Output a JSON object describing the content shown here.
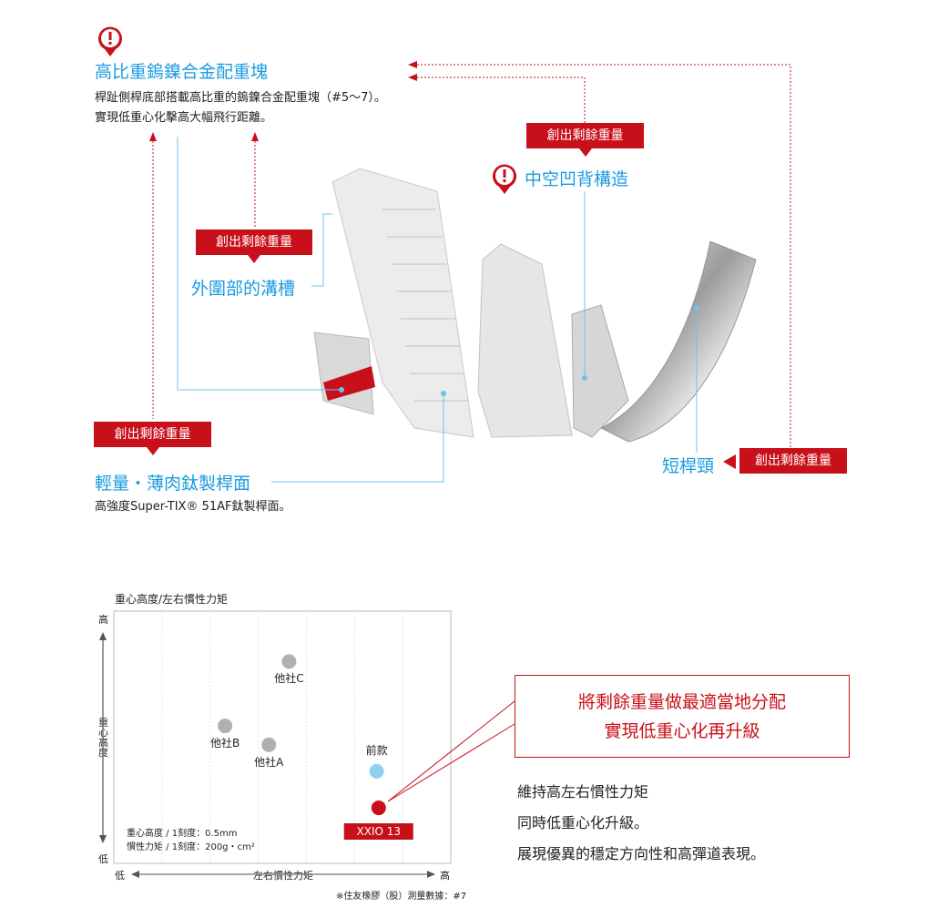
{
  "features": {
    "tungsten": {
      "title": "高比重鎢鎳合金配重塊",
      "desc": [
        "桿趾側桿底部搭載高比重的鎢鎳合金配重塊（#5～7）。",
        "實現低重心化擊高大幅飛行距離。"
      ]
    },
    "groove": {
      "tag": "創出剩餘重量",
      "title": "外圍部的溝槽"
    },
    "hollow": {
      "tag": "創出剩餘重量",
      "title": "中空凹背構造"
    },
    "face": {
      "tag": "創出剩餘重量",
      "title": "輕量・薄肉鈦製桿面",
      "desc": "高強度Super-TIX® 51AF鈦製桿面。"
    },
    "hosel": {
      "title": "短桿頸",
      "tag": "創出剩餘重量"
    }
  },
  "colors": {
    "accent_red": "#c8101a",
    "accent_blue": "#1a9be0",
    "prev_model": "#8fd0f0",
    "competitor": "#b0b0b0"
  },
  "chart_data": {
    "type": "scatter",
    "title": "重心高度/左右慣性力矩",
    "xlabel": "左右慣性力矩",
    "ylabel": "重心高度",
    "x_low": "低",
    "x_high": "高",
    "y_low": "低",
    "y_high": "高",
    "xlim": [
      0,
      100
    ],
    "ylim": [
      0,
      100
    ],
    "grid": "vertical",
    "scale_notes": [
      "重心高度 / 1刻度：0.5mm",
      "慣性力矩 / 1刻度：200g・cm²"
    ],
    "source": "※住友橡膠（股）測量數據：#7",
    "points": [
      {
        "label": "他社C",
        "x": 52,
        "y": 80,
        "kind": "competitor"
      },
      {
        "label": "他社B",
        "x": 33,
        "y": 54.5,
        "kind": "competitor"
      },
      {
        "label": "他社A",
        "x": 46,
        "y": 47,
        "kind": "competitor"
      },
      {
        "label": "前款",
        "x": 78,
        "y": 36.5,
        "kind": "prev"
      },
      {
        "label": "XXIO 13",
        "x": 78.6,
        "y": 22,
        "kind": "current"
      }
    ]
  },
  "callout": {
    "lines": [
      "將剩餘重量做最適當地分配",
      "實現低重心化再升級"
    ]
  },
  "summary": [
    "維持高左右慣性力矩",
    "同時低重心化升級。",
    "展現優異的穩定方向性和高彈道表現。"
  ]
}
